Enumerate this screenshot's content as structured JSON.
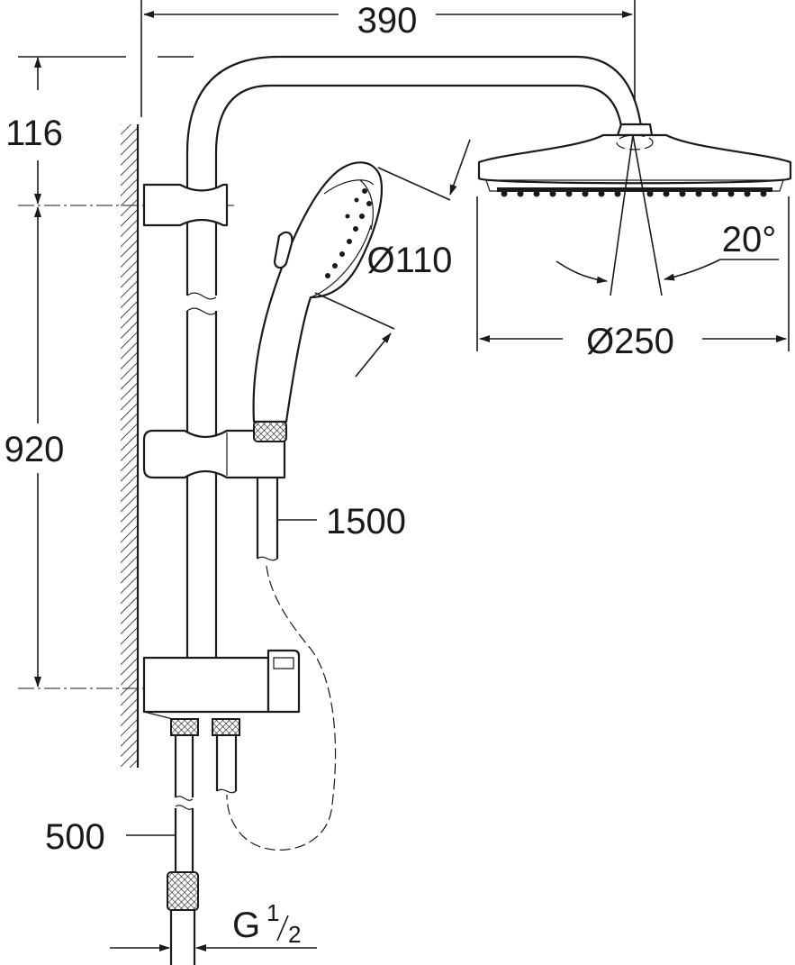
{
  "dimensions": {
    "arm_length": "390",
    "top_offset": "116",
    "rail_height": "920",
    "hand_shower_diameter": "Ø110",
    "head_shower_diameter": "Ø250",
    "head_tilt_angle": "20°",
    "hand_hose_length": "1500",
    "supply_hose_length": "500",
    "thread_size": "G",
    "thread_fraction_num": "1",
    "thread_fraction_den": "2"
  }
}
